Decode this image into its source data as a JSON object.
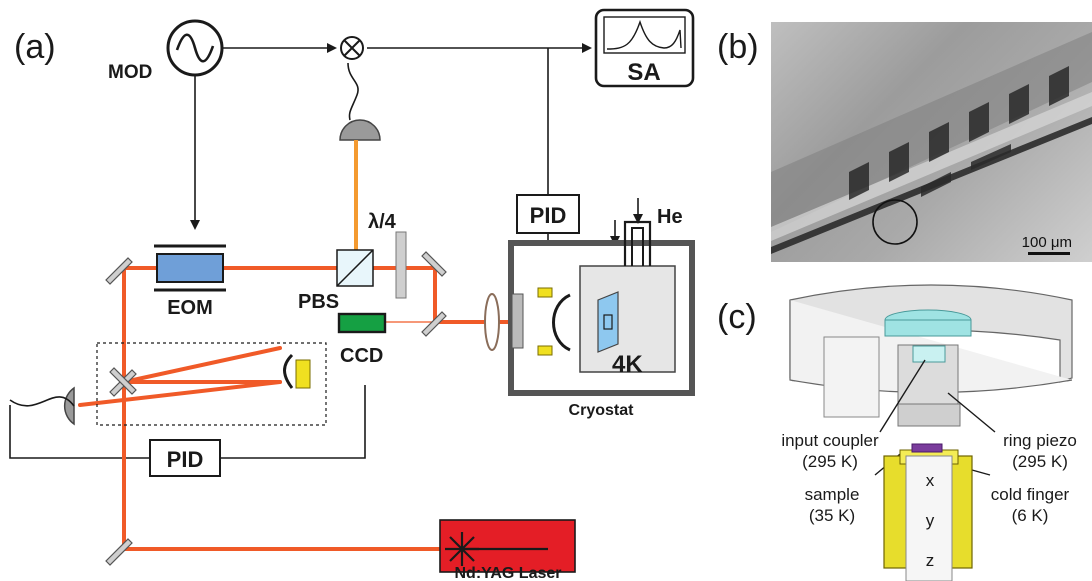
{
  "panels": {
    "a": "(a)",
    "b": "(b)",
    "c": "(c)"
  },
  "instruments": {
    "mod": "MOD",
    "sa": "SA",
    "pid_cryostat": "PID",
    "pid_lower": "PID",
    "eom": "EOM",
    "pbs": "PBS",
    "waveplate": "λ/4",
    "ccd": "CCD",
    "he": "He",
    "temp_4k": "4K",
    "cryostat": "Cryostat",
    "laser": "Nd:YAG Laser"
  },
  "sem": {
    "scale_bar": "100 μm"
  },
  "cryostat_labels": {
    "input_coupler": "input coupler",
    "input_coupler_temp": "(295 K)",
    "ring_piezo": "ring piezo",
    "ring_piezo_temp": "(295 K)",
    "sample": "sample",
    "sample_temp": "(35 K)",
    "cold_finger": "cold finger",
    "cold_finger_temp": "(6 K)",
    "axis_x": "x",
    "axis_y": "y",
    "axis_z": "z"
  },
  "colors": {
    "beam": "#f05a28",
    "probe": "#f49a30",
    "eom": "#6f9fd8",
    "ccd": "#15a043",
    "laser": "#e41e26",
    "piezo": "#f0e020",
    "coupler": "#9fe3e3"
  }
}
